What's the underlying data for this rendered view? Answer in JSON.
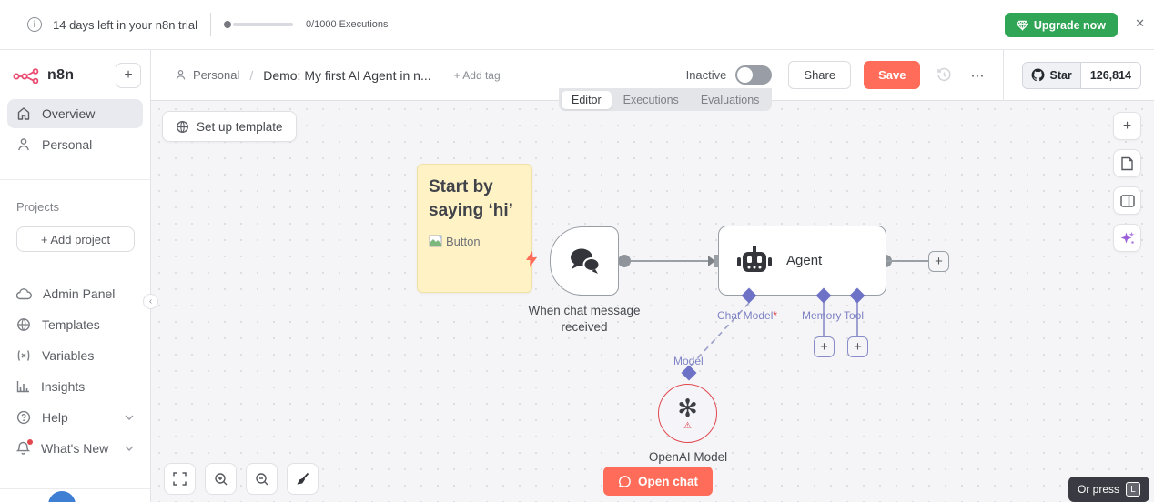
{
  "trial": {
    "message": "14 days left in your n8n trial",
    "executions": "0/1000 Executions",
    "upgrade": "Upgrade now"
  },
  "icons": {
    "close": "✕",
    "more": "⋯",
    "plus": "+",
    "collapse": "‹",
    "openai": "✻",
    "warning": "⚠",
    "info": "i"
  },
  "sidebar": {
    "brand": "n8n",
    "overview": "Overview",
    "personal": "Personal",
    "projects": "Projects",
    "add_project": "+ Add project",
    "admin_panel": "Admin Panel",
    "templates": "Templates",
    "variables": "Variables",
    "insights": "Insights",
    "help": "Help",
    "whats_new": "What's New"
  },
  "header": {
    "breadcrumb": "Personal",
    "title": "Demo: My first AI Agent in n...",
    "add_tag": "+ Add tag",
    "inactive": "Inactive",
    "share": "Share",
    "save": "Save",
    "star": "Star",
    "star_count": "126,814"
  },
  "tabs": {
    "editor": "Editor",
    "executions": "Executions",
    "evaluations": "Evaluations"
  },
  "canvas": {
    "setup_template": "Set up template",
    "sticky_title": "Start by saying ‘hi’",
    "sticky_image_alt": "Button",
    "trigger_label": "When chat message received",
    "agent_label": "Agent",
    "port_chat_model": "Chat Model",
    "port_required": "*",
    "port_memory": "Memory",
    "port_tool": "Tool",
    "port_model": "Model",
    "model_label": "OpenAI Model",
    "open_chat": "Open chat",
    "tooltip_text": "Or press",
    "tooltip_key": "L"
  },
  "colors": {
    "primary": "#ff6d5a",
    "upgrade_green": "#31a556",
    "port_purple": "#6e72c6",
    "error_red": "#e0484e"
  }
}
